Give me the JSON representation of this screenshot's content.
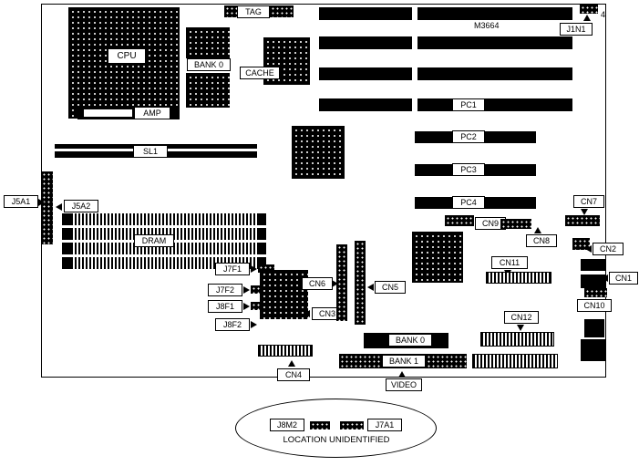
{
  "board": {
    "cpu": "CPU",
    "tag": "TAG",
    "bank0_top": "BANK 0",
    "cache": "CACHE",
    "amp": "AMP",
    "chip_marking": "M3664",
    "j1n1": "J1N1",
    "j1n1_pin": "4",
    "sl1": "SL1",
    "j5a1": "J5A1",
    "j5a2": "J5A2",
    "dram": "DRAM",
    "slots": {
      "pc1": "PC1",
      "pc2": "PC2",
      "pc3": "PC3",
      "pc4": "PC4"
    },
    "jumpers": {
      "j7f1": "J7F1",
      "j7f2": "J7F2",
      "j8f1": "J8F1",
      "j8f2": "J8F2"
    },
    "connectors": {
      "cn1": "CN1",
      "cn2": "CN2",
      "cn3": "CN3",
      "cn4": "CN4",
      "cn5": "CN5",
      "cn6": "CN6",
      "cn7": "CN7",
      "cn8": "CN8",
      "cn9": "CN9",
      "cn10": "CN10",
      "cn11": "CN11",
      "cn12": "CN12"
    },
    "bank0_bottom": "BANK 0",
    "bank1": "BANK 1",
    "video": "VIDEO"
  },
  "legend": {
    "j8m2": "J8M2",
    "j7a1": "J7A1",
    "note": "LOCATION UNIDENTIFIED"
  }
}
